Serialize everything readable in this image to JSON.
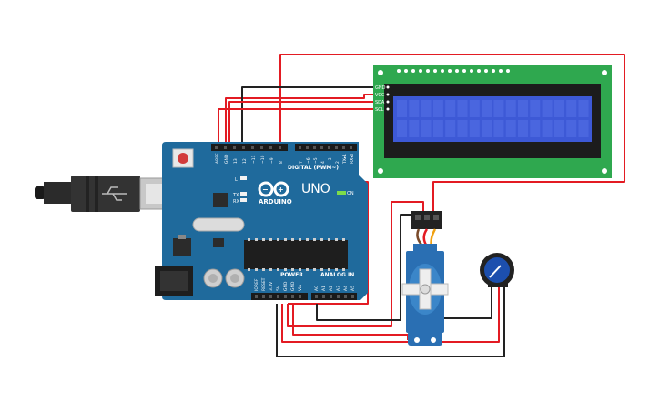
{
  "board": {
    "brand": "ARDUINO",
    "model": "UNO",
    "on_label": "ON",
    "tx_label": "TX",
    "rx_label": "RX",
    "l_label": "L",
    "digital_label": "DIGITAL (PWM~)",
    "power_label": "POWER",
    "analog_label": "ANALOG IN",
    "digital_pins": [
      "AREF",
      "GND",
      "13",
      "12",
      "~11",
      "~10",
      "~9",
      "8",
      "7",
      "~6",
      "~5",
      "4",
      "~3",
      "2",
      "TX▸1",
      "RX◂0"
    ],
    "power_pins": [
      "IOREF",
      "RESET",
      "3.3V",
      "5V",
      "GND",
      "GND",
      "Vin"
    ],
    "analog_pins": [
      "A0",
      "A1",
      "A2",
      "A3",
      "A4",
      "A5"
    ]
  },
  "lcd": {
    "pins": [
      "GND",
      "VCC",
      "SDA",
      "SCL"
    ]
  },
  "colors": {
    "board": "#1f6a9c",
    "board_dark": "#184f74",
    "lcd_pcb": "#2fa84f",
    "lcd_screen": "#3d59d6",
    "wire_red": "#e31b23",
    "wire_black": "#222222",
    "servo": "#2a6fb3",
    "pot": "#1c4fae"
  }
}
